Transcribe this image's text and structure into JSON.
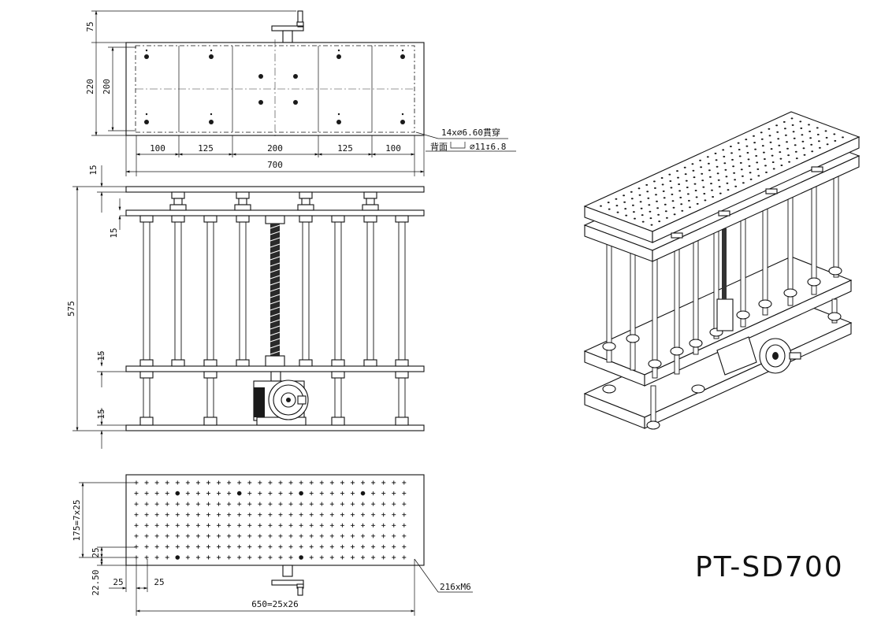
{
  "model": "PT-SD700",
  "top_view": {
    "height_overall": "75",
    "depth_outer": "220",
    "depth_holes": "200",
    "spacings": [
      "100",
      "125",
      "200",
      "125",
      "100"
    ],
    "width": "700",
    "note_line1": "14x⌀6.60貫穿",
    "note_line2_prefix": "背面",
    "note_line2_dim": "⌀11↧6.8"
  },
  "front_view": {
    "total_height": "575",
    "plate_thickness": [
      "15",
      "15",
      "15",
      "15"
    ]
  },
  "bottom_view": {
    "depth_span": "175=7x25",
    "row_pitch": "25",
    "edge_offset": "22.50",
    "col_pitch_a": "25",
    "col_pitch_b": "25",
    "width_span": "650=25x26",
    "hole_callout": "216xM6"
  }
}
